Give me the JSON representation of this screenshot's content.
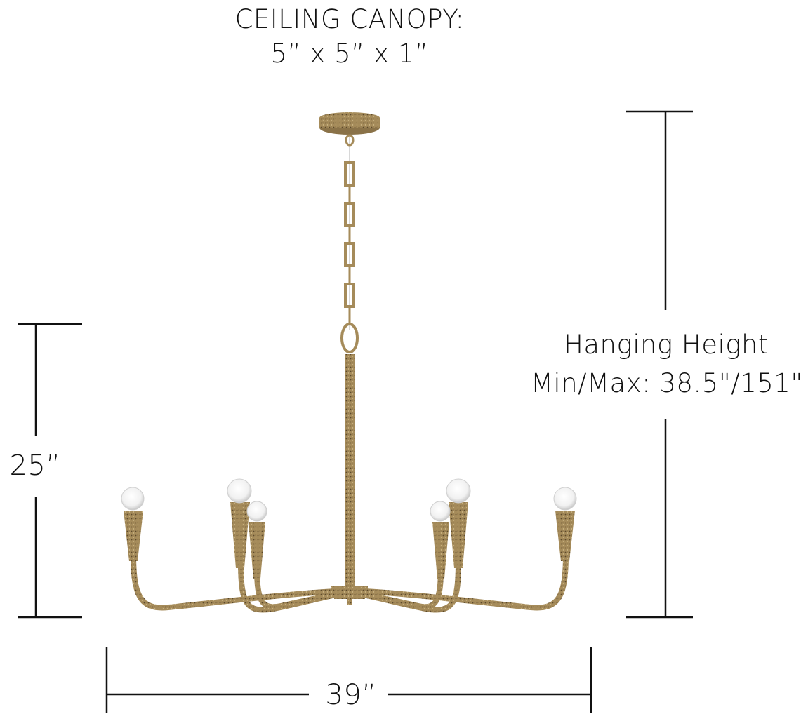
{
  "diagram": {
    "type": "product-dimension-diagram",
    "subject": "six-light chandelier with chain and ceiling canopy",
    "finish_color": "#a58b5a",
    "line_color": "#111111"
  },
  "canopy": {
    "title": "CEILING CANOPY:",
    "dimensions": "5” x 5” x 1”"
  },
  "hanging_height": {
    "title": "Hanging Height",
    "value": "Min/Max: 38.5\"/151\""
  },
  "fixture_height": {
    "value": "25”"
  },
  "fixture_width": {
    "value": "39”"
  },
  "fixture": {
    "bulb_count": 6
  }
}
